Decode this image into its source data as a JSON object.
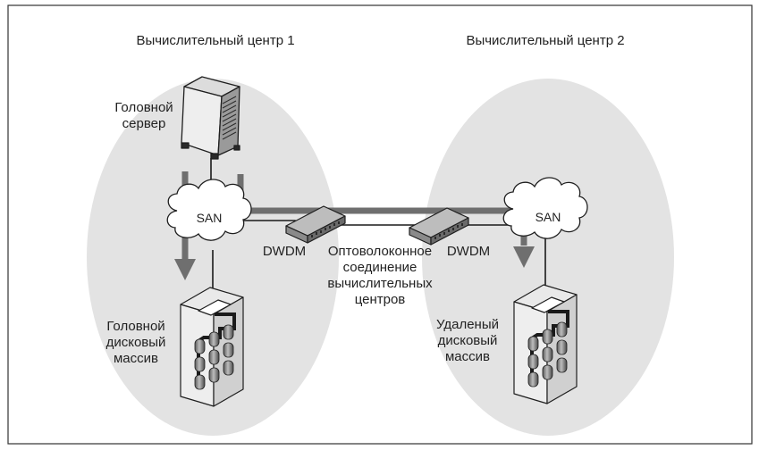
{
  "labels": {
    "dc1_title": "Вычислительный центр 1",
    "dc2_title": "Вычислительный центр 2",
    "head_server_l1": "Головной",
    "head_server_l2": "сервер",
    "san_left": "SAN",
    "san_right": "SAN",
    "dwdm_left": "DWDM",
    "dwdm_right": "DWDM",
    "fiber_l1": "Оптоволоконное",
    "fiber_l2": "соединение",
    "fiber_l3": "вычислительных",
    "fiber_l4": "центров",
    "head_array_l1": "Головной",
    "head_array_l2": "дисковый",
    "head_array_l3": "массив",
    "remote_array_l1": "Удаленый",
    "remote_array_l2": "дисковый",
    "remote_array_l3": "массив"
  },
  "colors": {
    "zone_fill": "#e3e3e3",
    "path_gray": "#6f6f6f",
    "line_dark": "#1a1a1a",
    "frame": "#333333"
  },
  "icons": [
    "server-icon",
    "cloud-icon",
    "dwdm-switch-icon",
    "disk-array-icon",
    "arrow-down-icon"
  ]
}
